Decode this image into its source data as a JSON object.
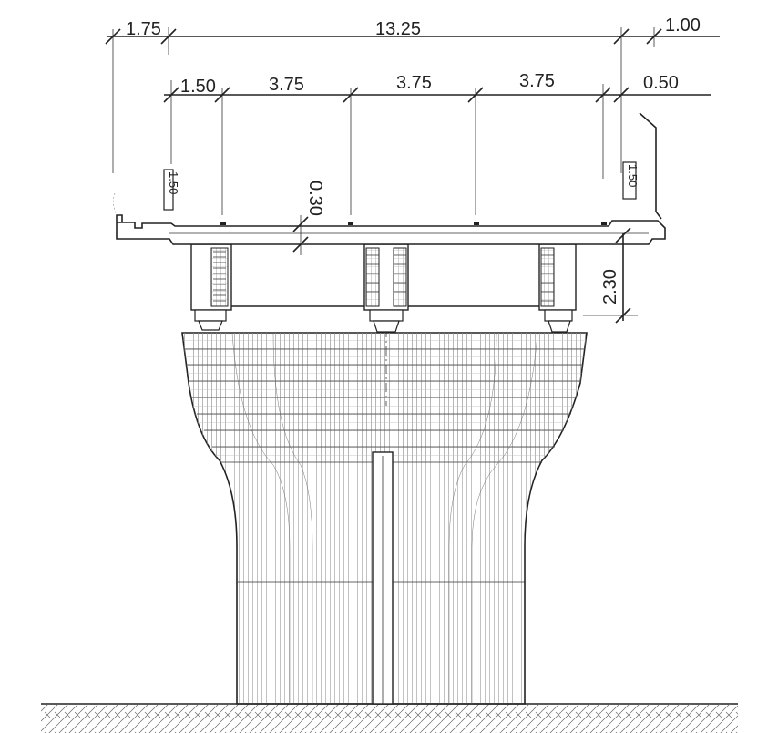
{
  "dimensions": {
    "top_left": "1.75",
    "top_span": "13.25",
    "top_right": "1.00",
    "lane_edge_left": "1.50",
    "lane_1": "3.75",
    "lane_2": "3.75",
    "lane_3": "3.75",
    "lane_edge_right": "0.50",
    "slab_thickness": "0.30",
    "girder_height": "2.30"
  },
  "side_labels": {
    "left_barrier": "1.50",
    "right_barrier": "1.50"
  }
}
